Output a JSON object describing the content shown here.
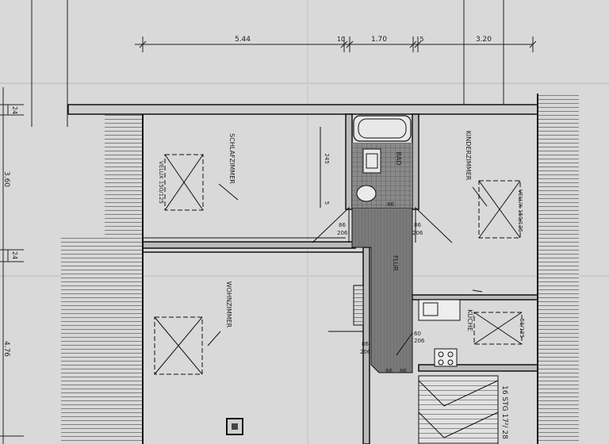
{
  "plan": {
    "dimensions_top": [
      "5.44",
      "10",
      "1.70",
      "5",
      "3.20"
    ],
    "dimensions_left": [
      "24",
      "3.60",
      "24",
      "4.76"
    ],
    "rooms": {
      "schlafzimmer": "SCHLAFZIMMER",
      "kinderzimmer": "KINDERZIMMER",
      "wohnzimmer": "WOHNZIMMER",
      "bad": "BAD",
      "flur": "FLUR",
      "kueche": "KÜCHE"
    },
    "velux": {
      "schlaf": "VELUX 150/125",
      "kinder": "VELUX 150/125",
      "kueche": "51/125"
    },
    "doors": {
      "schlaf_w": "86",
      "schlaf_h": "206",
      "kinder_w": "86",
      "kinder_h": "206",
      "wohn_w": "86",
      "wohn_h": "206",
      "kueche_w": "60",
      "kueche_h": "206",
      "bad_w": "86",
      "bottom_w": "86",
      "bottom_w2": "86"
    },
    "misc": {
      "bad_dim": "245",
      "bad_dim2": "5",
      "stair": "16 STG 17²/ 28"
    }
  }
}
